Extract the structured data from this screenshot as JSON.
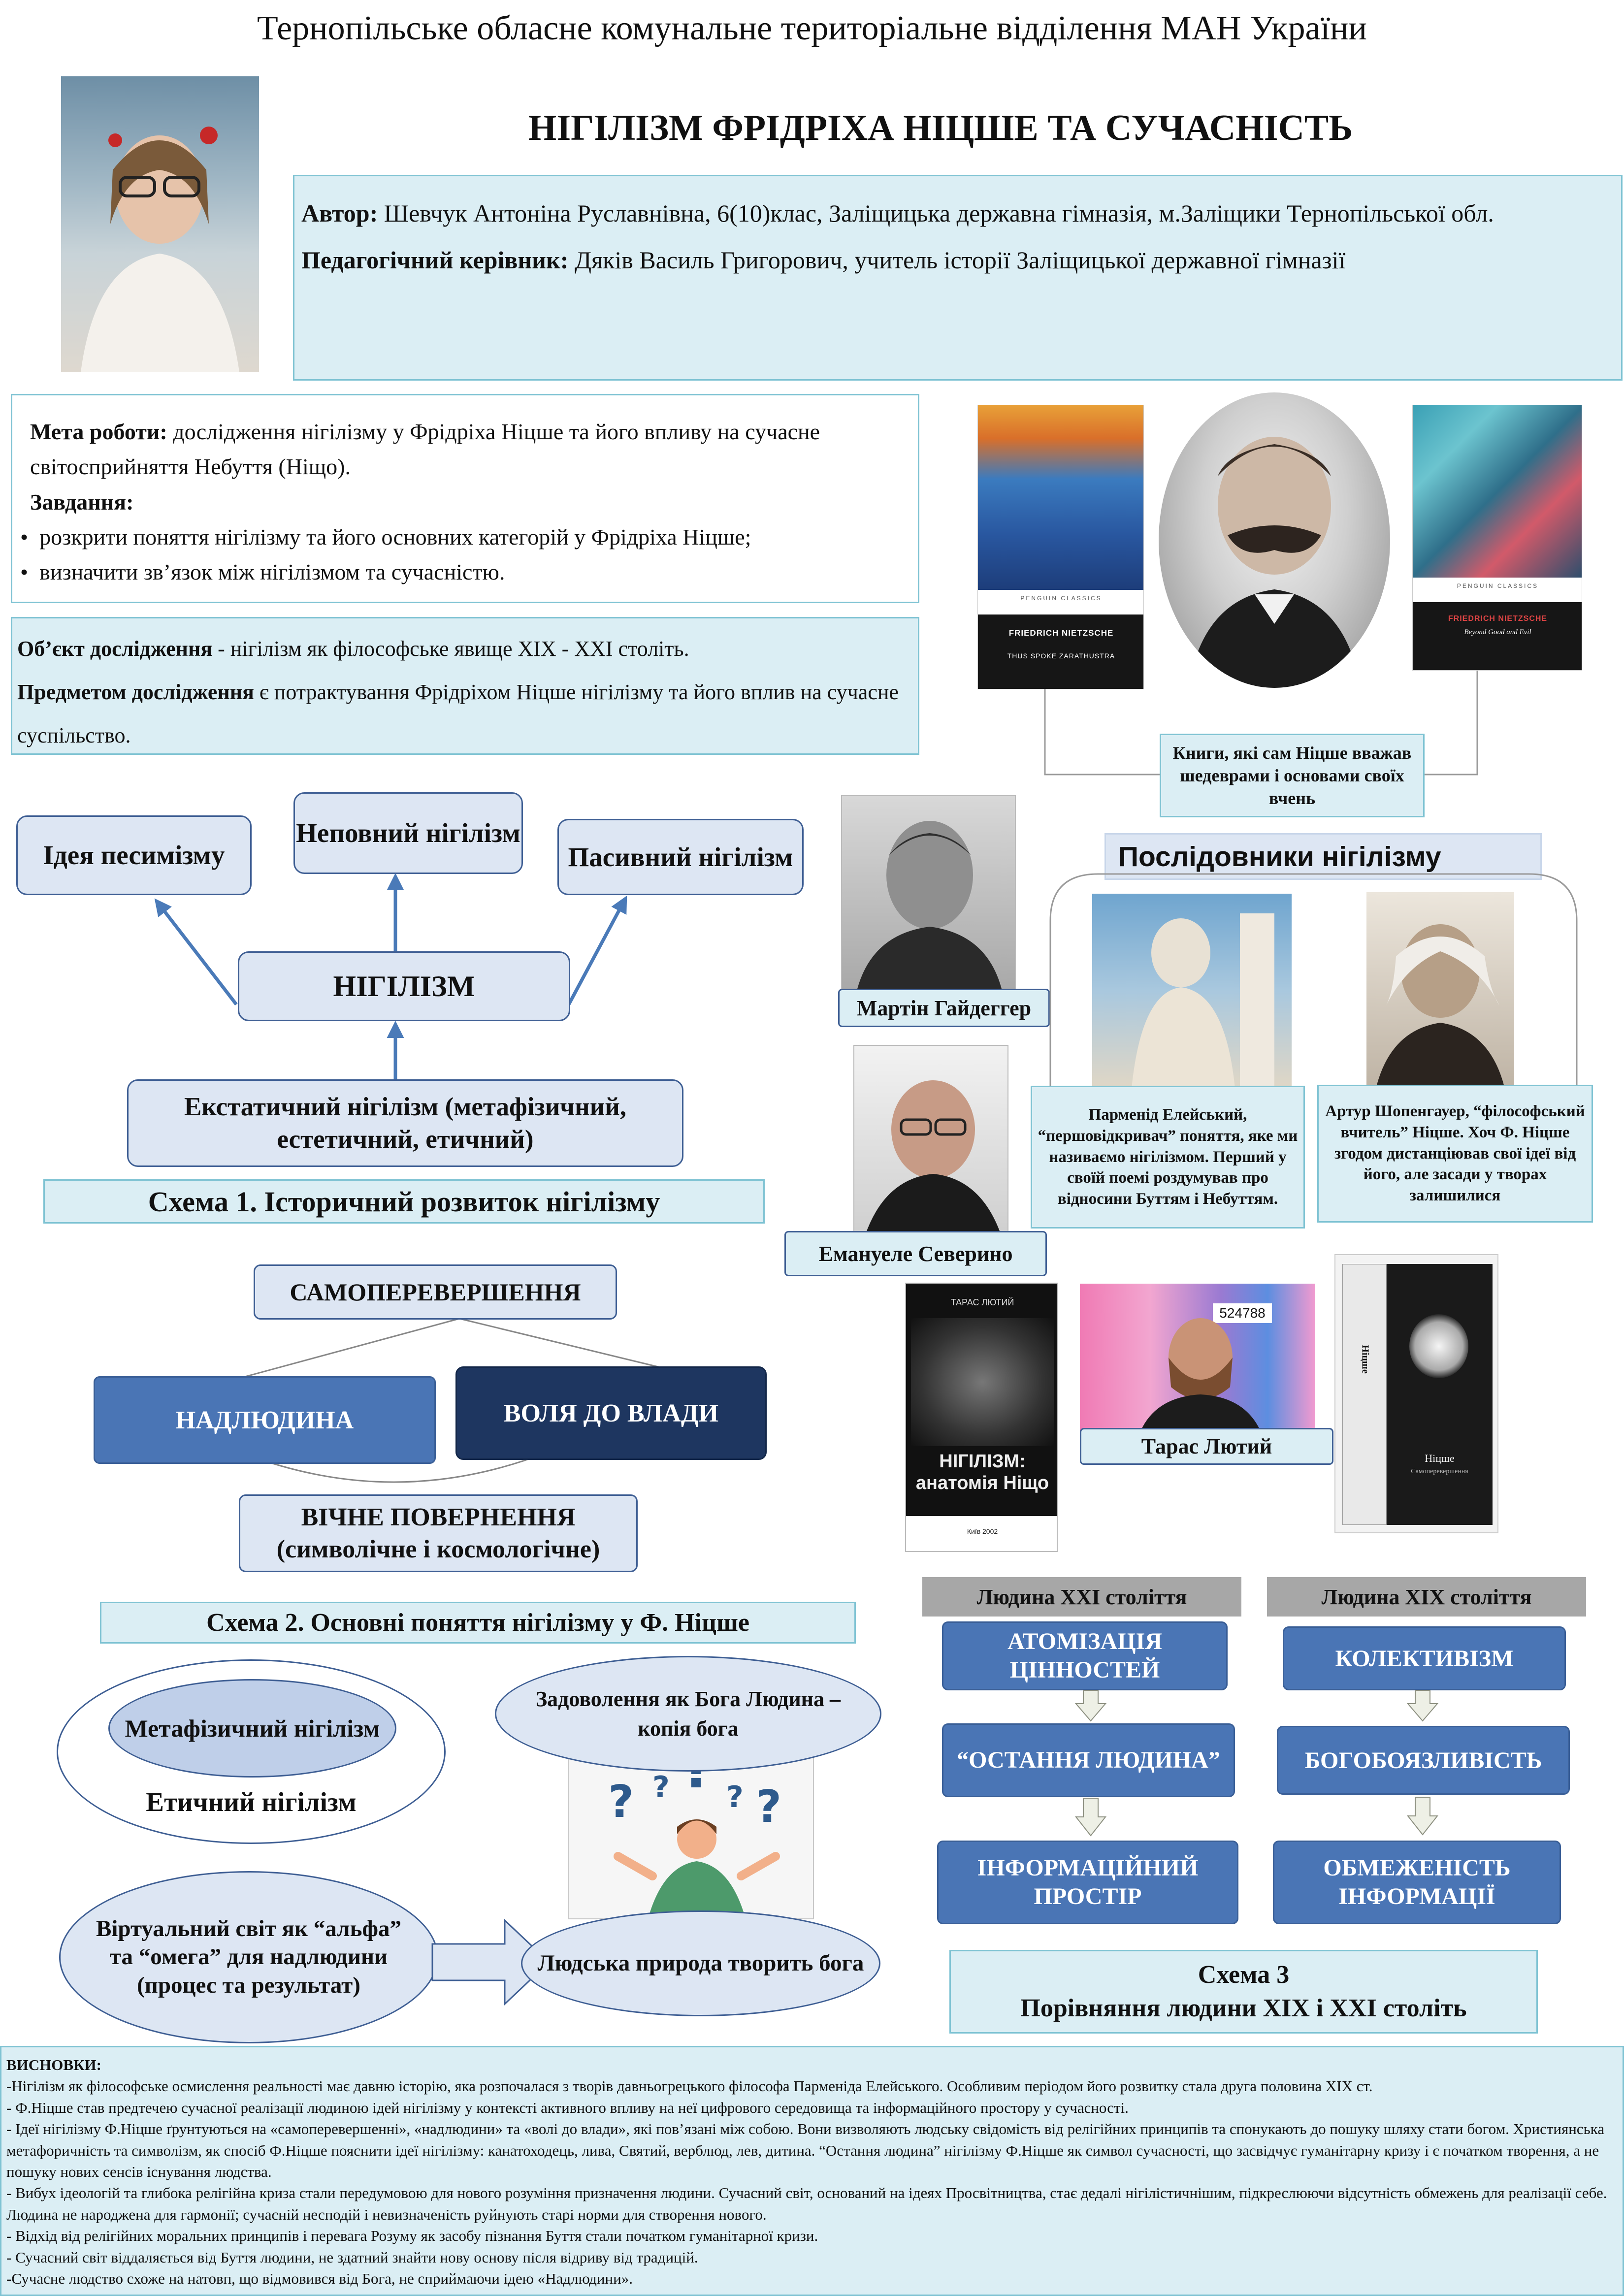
{
  "header": {
    "organization": "Тернопільське обласне комунальне територіальне відділення МАН України",
    "title": "НІГІЛІЗМ ФРІДРІХА НІЦШЕ ТА СУЧАСНІСТЬ"
  },
  "author": {
    "author_label": "Автор:",
    "author_text": "Шевчук Антоніна Руславнівна, 6(10)клас, Заліщицька державна гімназія, м.Заліщики Тернопільської обл.",
    "supervisor_label": "Педагогічний керівник:",
    "supervisor_text": "Дяків Василь Григорович, учитель історії Заліщицької державної гімназії"
  },
  "goal": {
    "label": "Мета роботи:",
    "text": "дослідження нігілізму у Фрідріха Ніцше та його впливу на сучасне світосприйняття Небуття (Ніщо).",
    "tasks_label": "Завдання:",
    "tasks": [
      "розкрити поняття нігілізму та його основних категорій у Фрідріха Ніцше;",
      "визначити зв’язок між нігілізмом та сучасністю."
    ]
  },
  "object": {
    "label": "Об’єкт дослідження",
    "text": "- нігілізм як філософське явище ХІХ - ХХІ століть.",
    "subject_label": "Предметом дослідження",
    "subject_text": "є потрактування Фрідріхом Ніцше нігілізму та його вплив на сучасне суспільство."
  },
  "books": {
    "book1_author": "FRIEDRICH NIETZSCHE",
    "book1_title": "THUS SPOKE ZARATHUSTRA",
    "book2_author": "FRIEDRICH NIETZSCHE",
    "book2_title": "Beyond Good and Evil",
    "publisher": "PENGUIN CLASSICS",
    "caption": "Книги, які сам Ніцше вважав шедеврами і основами своїх вчень"
  },
  "scheme1": {
    "idea": "Ідея песимізму",
    "incomplete": "Неповний нігілізм",
    "passive": "Пасивний нігілізм",
    "center": "НІГІЛІЗМ",
    "ecstatic": "Екстатичний нігілізм (метафізичний, естетичний, етичний)",
    "caption": "Схема 1. Історичний розвиток нігілізму"
  },
  "followers": {
    "title": "Послідовники нігілізму",
    "heidegger": "Мартін Гайдеггер",
    "severino": "Емануеле Северино",
    "parmenides": "Парменід Елейський, “першовідкривач” поняття, яке ми називаємо нігілізмом. Перший у своїй поемі роздумував про відносини Буттям і Небуттям.",
    "schopenhauer": "Артур Шопенгауер, “філософський вчитель” Ніцше. Хоч Ф. Ніцше згодом дистанціював свої ідеї від його, але засади у творах залишилися",
    "taras": "Тарас Лютий",
    "taras_book_author": "ТАРАС ЛЮТИЙ",
    "taras_book_title": "НІГІЛІЗМ: анатомія Ніщо",
    "taras_book_year": "Київ 2002",
    "taras_photo_number": "524788",
    "book_spine": "Ніцше",
    "book_cover": "Ніцше",
    "book_cover_sub": "Самоперевершення"
  },
  "scheme2": {
    "self": "САМОПЕРЕВЕРШЕННЯ",
    "overman": "НАДЛЮДИНА",
    "will": "ВОЛЯ ДО ВЛАДИ",
    "return": "ВІЧНЕ ПОВЕРНЕННЯ (символічне і космологічне)",
    "caption": "Схема 2. Основні поняття нігілізму у Ф. Ніцше"
  },
  "ethics": {
    "metaphysical": "Метафізичний нігілізм",
    "ethical": "Етичний нігілізм",
    "god": "Задоволення як Бога Людина – копія бога",
    "virtual": "Віртуальний світ як “альфа” та “омега” для надлюдини (процес та результат)",
    "nature": "Людська природа творить бога"
  },
  "scheme3": {
    "col21_header": "Людина ХХІ століття",
    "col19_header": "Людина ХІХ століття",
    "col21": [
      "АТОМІЗАЦІЯ ЦІННОСТЕЙ",
      "“ОСТАННЯ ЛЮДИНА”",
      "ІНФОРМАЦІЙНИЙ ПРОСТІР"
    ],
    "col19": [
      "КОЛЕКТИВІЗМ",
      "БОГОБОЯЗЛИВІСТЬ",
      "ОБМЕЖЕНІСТЬ ІНФОРМАЦІЇ"
    ],
    "caption1": "Схема 3",
    "caption2": "Порівняння людини ХІХ і ХХІ століть"
  },
  "conclusions": {
    "title": "ВИСНОВКИ:",
    "items": [
      "-Нігілізм як філософське осмислення реальності має давню історію, яка розпочалася з творів давньогрецького філософа Парменіда Елейського.  Особливим періодом його розвитку стала друга половина ХІХ ст.",
      "- Ф.Ніцше став предтечею сучасної реалізації людиною ідей нігілізму у контексті  активного впливу на неї цифрового середовища та інформаційного простору у сучасності.",
      "- Ідеї нігілізму Ф.Ніцше ґрунтуються  на  «самоперевершенні», «надлюдини» та «волі до влади», які пов’язані між собою. Вони визволяють людську свідомість від релігійних принципів та спонукають до пошуку шляху стати богом. Християнська метафоричність та символізм, як спосіб Ф.Ніцше пояснити ідеї нігілізму: канатоходець, лива, Святий, верблюд, лев, дитина. “Остання людина” нігілізму Ф.Ніцше як символ сучасності, що засвідчує гуманітарну кризу і є початком творення, а не пошуку нових сенсів існування людства.",
      "- Вибух ідеологій та глибока релігійна криза стали передумовою для нового розуміння призначення людини. Сучасний світ, оснований на ідеях Просвітництва, стає дедалі нігілістичнішим, підкреслюючи відсутність обмежень для реалізації себе. Людина не народжена для гармонії; сучасній несподій і невизначеність руйнують старі норми для створення нового.",
      "- Відхід від релігійних моральних принципів і перевага Розуму як засобу пізнання Буття стали початком гуманітарної кризи.",
      "- Сучасний світ віддаляється від Буття людини, не здатний знайти нову основу після відриву від традицій.",
      "-Сучасне людство схоже на натовп, що відмовився від Бога, не сприймаючи ідею «Надлюдини»."
    ]
  }
}
